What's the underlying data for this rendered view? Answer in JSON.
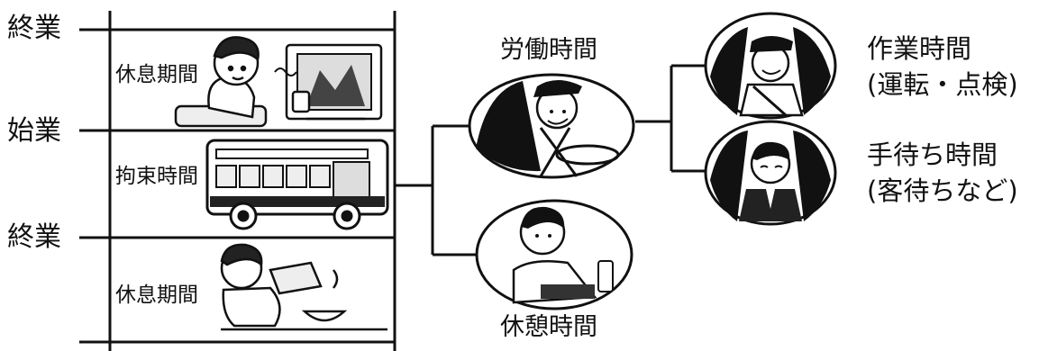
{
  "timeline": {
    "marks": [
      "終業",
      "始業",
      "終業"
    ],
    "bands": [
      "休息期間",
      "拘束時間",
      "休息期間"
    ]
  },
  "tree": {
    "labor": "労働時間",
    "rest": "休憩時間",
    "work": {
      "line1": "作業時間",
      "line2": "(運転・点検)"
    },
    "wait": {
      "line1": "手待ち時間",
      "line2": "(客待ちなど)"
    }
  }
}
